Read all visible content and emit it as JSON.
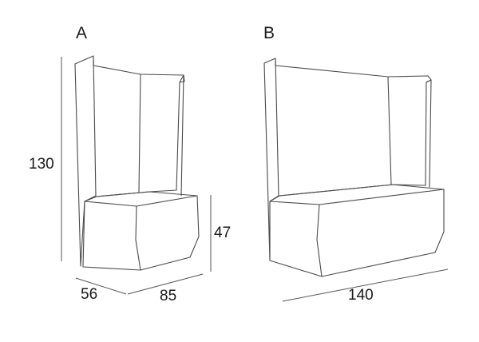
{
  "views": {
    "a": {
      "label": "A"
    },
    "b": {
      "label": "B"
    }
  },
  "dimensions": {
    "a_height": "130",
    "a_seat_height": "47",
    "a_depth": "56",
    "a_width": "85",
    "b_width": "140"
  },
  "colors": {
    "line": "#4a4a4a",
    "text": "#1a1a1a",
    "background": "#ffffff"
  }
}
